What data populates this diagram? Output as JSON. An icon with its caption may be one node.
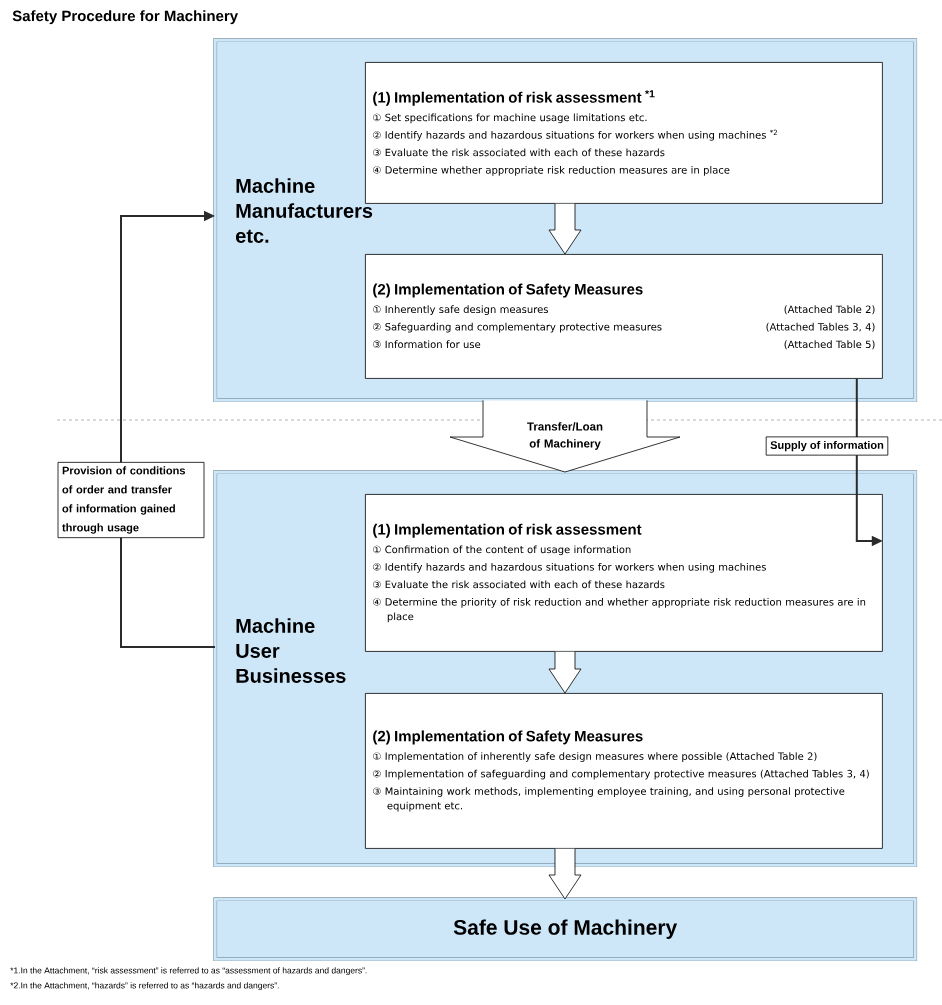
{
  "diagram": {
    "title": "Safety Procedure for Machinery",
    "nodes": [
      {
        "text": [
          "Machine Manufacturers etc."
        ]
      },
      {
        "text": [
          "(1) Implementation of risk assessment $^{*1}$",
          "① Set specifications for machine usage limitations etc.",
          "② Identify hazards and hazardous situations for workers when using machines $^{*2}$",
          "③ Evaluate the risk associated with each of these hazards",
          "④ Determine whether appropriate risk reduction measures are in place"
        ],
        "in": 0
      },
      {
        "text": [
          "(2) Implementation of Safety Measures",
          "① Inherently safe design measures",
          "(Attached Table 2)",
          "② Safeguarding and complementary protective measures",
          "(Attached Tables 3, 4)",
          "③ Information for use",
          "(Attached Table 5)"
        ],
        "in": 0
      },
      {
        "text": [
          "Machine User Businesses"
        ]
      },
      {
        "text": [
          "(1) Implementation of risk assessment",
          "① Confirmation of the content of usage information",
          "② Identify hazards and hazardous situations for workers when using machines",
          "③ Evaluate the risk associated with each of these hazards",
          "④ Determine the priority of risk reduction and whether appropriate risk reduction measures are in place"
        ],
        "in": 3
      },
      {
        "text": [
          "(2) Implementation of Safety Measures",
          "① Implementation of inherently safe design measures where possible (Attached Table 2)",
          "② Implementation of safeguarding and complementary protective measures (Attached Tables 3, 4)",
          "③ Maintaining work methods, implementing employee training, and using personal protective equipment etc."
        ],
        "in": 3
      },
      {
        "text": [
          "Safe Use of Machinery"
        ]
      }
    ],
    "edges": [
      {
        "from": 1,
        "to": 2,
        "arrow": "to"
      },
      {
        "from": 0,
        "to": 3,
        "arrow": "to",
        "label": "Transfer/Loan of Machinery"
      },
      {
        "from": 2,
        "to": 4,
        "arrow": "to",
        "label": "Supply of information"
      },
      {
        "from": 3,
        "to": 0,
        "arrow": "to",
        "label": "Provision of conditions of order and transfer of information gained through usage"
      },
      {
        "from": 4,
        "to": 5,
        "arrow": "to"
      },
      {
        "from": 5,
        "to": 6,
        "arrow": "to"
      }
    ],
    "labels": [
      "*1.In the Attachment, “risk assessment” is referred to as “assessment of hazards and dangers”.",
      "*2.In the Attachment, “hazards” is referred to as “hazards and dangers”."
    ]
  }
}
